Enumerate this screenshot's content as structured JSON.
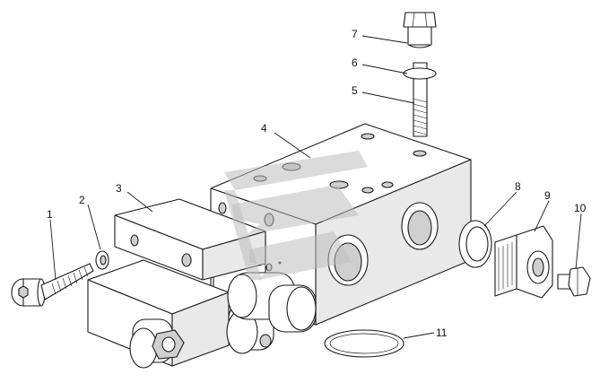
{
  "callouts": [
    {
      "id": "1",
      "label": "1"
    },
    {
      "id": "2",
      "label": "2"
    },
    {
      "id": "3",
      "label": "3"
    },
    {
      "id": "4",
      "label": "4"
    },
    {
      "id": "5",
      "label": "5"
    },
    {
      "id": "6",
      "label": "6"
    },
    {
      "id": "7",
      "label": "7"
    },
    {
      "id": "8",
      "label": "8"
    },
    {
      "id": "9",
      "label": "9"
    },
    {
      "id": "10",
      "label": "10"
    },
    {
      "id": "11",
      "label": "11"
    }
  ],
  "colors": {
    "line": "#1a1a1a",
    "background": "#ffffff",
    "watermark": "#bdbdbd"
  },
  "icons": [
    "watermark-logo-icon"
  ]
}
